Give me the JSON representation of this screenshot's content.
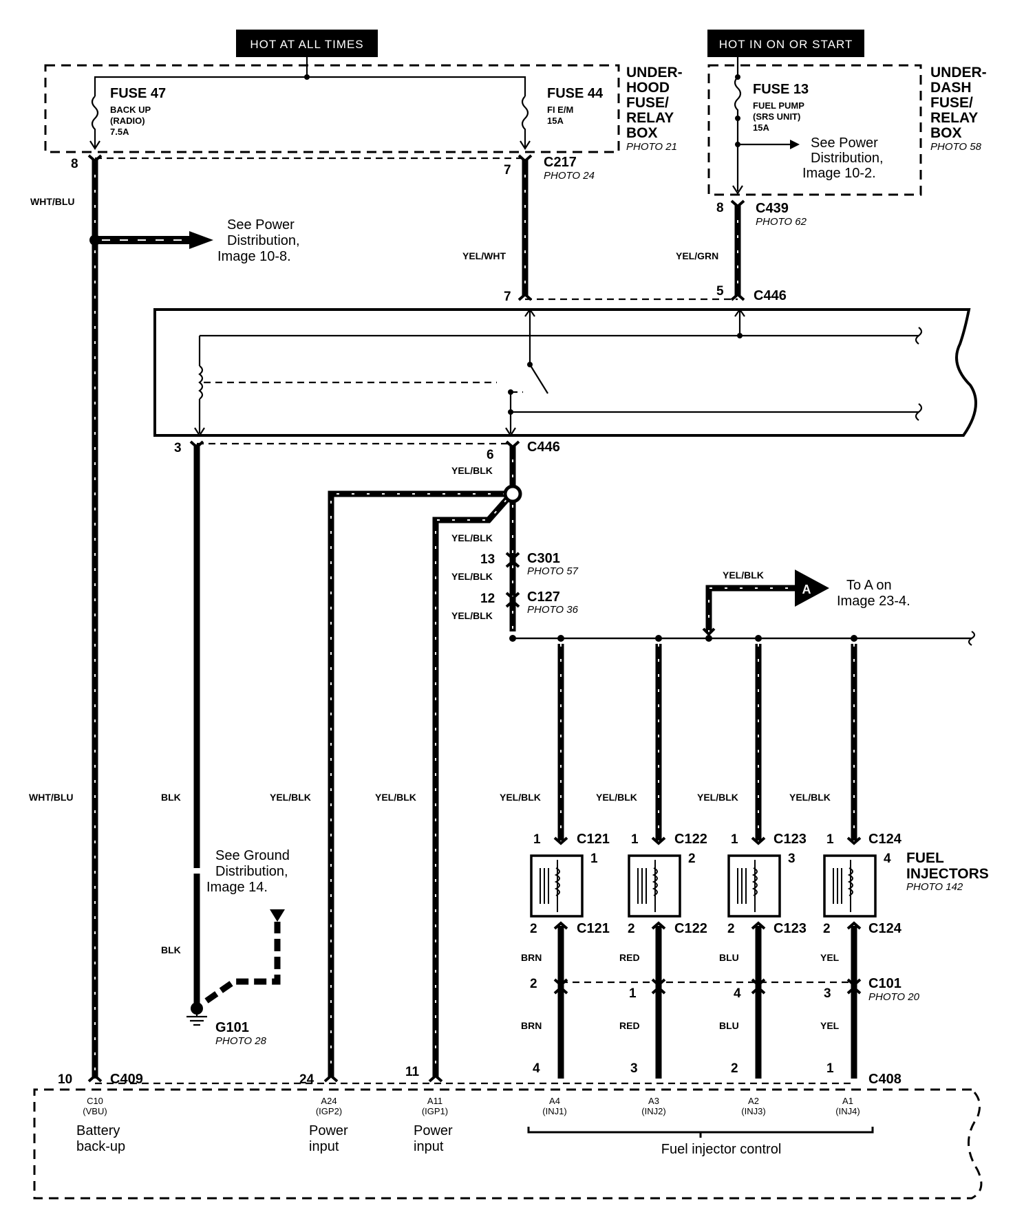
{
  "banners": {
    "hot_at_all_times": "HOT AT ALL TIMES",
    "hot_in_on_or_start": "HOT IN ON OR START"
  },
  "underhood_box": {
    "title_lines": [
      "UNDER-",
      "HOOD",
      "FUSE/",
      "RELAY",
      "BOX"
    ],
    "photo": "PHOTO 21",
    "fuse47": {
      "name": "FUSE 47",
      "desc_lines": [
        "BACK UP",
        "(RADIO)",
        "7.5A"
      ]
    },
    "fuse44": {
      "name": "FUSE 44",
      "desc_lines": [
        "FI E/M",
        "15A"
      ]
    }
  },
  "underdash_box": {
    "title_lines": [
      "UNDER-",
      "DASH",
      "FUSE/",
      "RELAY",
      "BOX"
    ],
    "photo": "PHOTO 58",
    "fuse13": {
      "name": "FUSE 13",
      "desc_lines": [
        "FUEL PUMP",
        "(SRS UNIT)",
        "15A"
      ]
    },
    "see_power_lines": [
      "See Power",
      "Distribution,",
      "Image 10-2."
    ]
  },
  "see_power_10_8_lines": [
    "See Power",
    "Distribution,",
    "Image 10-8."
  ],
  "see_ground_lines": [
    "See Ground",
    "Distribution,",
    "Image 14."
  ],
  "to_a_lines": [
    "To A on",
    "Image 23-4."
  ],
  "arrow_a_letter": "A",
  "connectors": {
    "c217": {
      "name": "C217",
      "photo": "PHOTO 24"
    },
    "c439": {
      "name": "C439",
      "photo": "PHOTO 62"
    },
    "c446": "C446",
    "c301": {
      "name": "C301",
      "photo": "PHOTO 57"
    },
    "c127": {
      "name": "C127",
      "photo": "PHOTO 36"
    },
    "c409": "C409",
    "c408": "C408",
    "c101": {
      "name": "C101",
      "photo": "PHOTO 20"
    },
    "g101": {
      "name": "G101",
      "photo": "PHOTO 28"
    }
  },
  "pins": {
    "p8_left": "8",
    "p7_c217": "7",
    "p8_c439": "8",
    "p7_c446": "7",
    "p5_c446": "5",
    "p3_c446": "3",
    "p6_c446": "6",
    "p13": "13",
    "p12": "12",
    "p10": "10",
    "p24": "24",
    "p11": "11",
    "c408_pins": [
      "4",
      "3",
      "2",
      "1"
    ],
    "c101_pins": [
      "2",
      "1",
      "4",
      "3"
    ]
  },
  "wires": {
    "wht_blu": "WHT/BLU",
    "yel_wht": "YEL/WHT",
    "yel_grn": "YEL/GRN",
    "yel_blk": "YEL/BLK",
    "blk": "BLK"
  },
  "injectors": [
    {
      "connector": "C121",
      "pin_top": "1",
      "pin_bottom": "2",
      "number": "1",
      "wire_upper": "BRN",
      "wire_lower": "BRN"
    },
    {
      "connector": "C122",
      "pin_top": "1",
      "pin_bottom": "2",
      "number": "2",
      "wire_upper": "RED",
      "wire_lower": "RED"
    },
    {
      "connector": "C123",
      "pin_top": "1",
      "pin_bottom": "2",
      "number": "3",
      "wire_upper": "BLU",
      "wire_lower": "BLU"
    },
    {
      "connector": "C124",
      "pin_top": "1",
      "pin_bottom": "2",
      "number": "4",
      "wire_upper": "YEL",
      "wire_lower": "YEL"
    }
  ],
  "fuel_injectors_label": [
    "FUEL",
    "INJECTORS"
  ],
  "fuel_injectors_photo": "PHOTO 142",
  "ecm_terminals": {
    "c10": {
      "code": "C10",
      "name": "(VBU)",
      "desc_lines": [
        "Battery",
        "back-up"
      ]
    },
    "a24": {
      "code": "A24",
      "name": "(IGP2)",
      "desc_lines": [
        "Power",
        "input"
      ]
    },
    "a11": {
      "code": "A11",
      "name": "(IGP1)",
      "desc_lines": [
        "Power",
        "input"
      ]
    },
    "a4": {
      "code": "A4",
      "name": "(INJ1)"
    },
    "a3": {
      "code": "A3",
      "name": "(INJ2)"
    },
    "a2": {
      "code": "A2",
      "name": "(INJ3)"
    },
    "a1": {
      "code": "A1",
      "name": "(INJ4)"
    }
  },
  "fuel_injector_control": "Fuel injector control"
}
